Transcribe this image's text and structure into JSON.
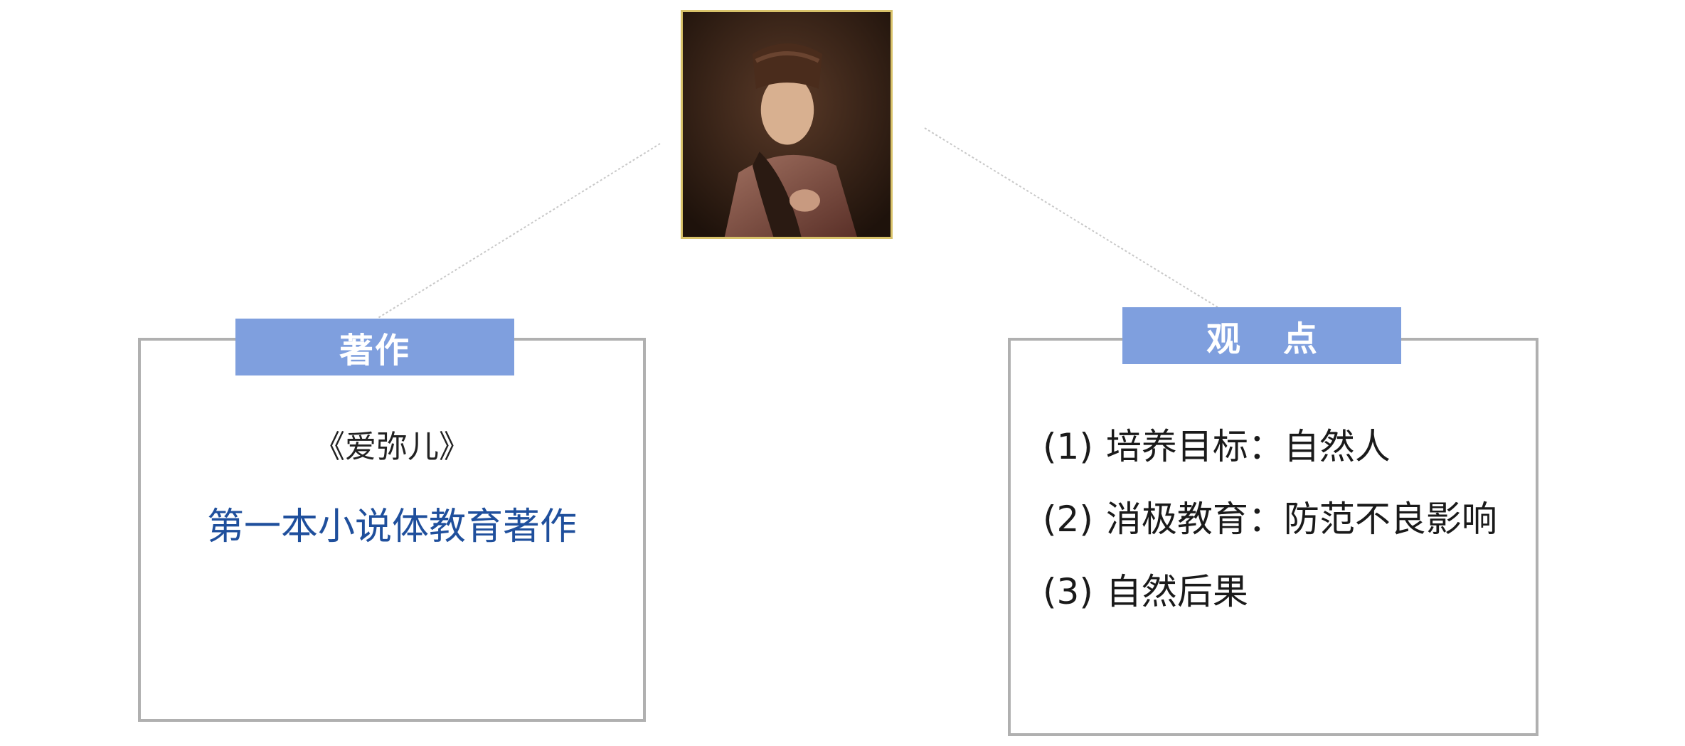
{
  "portrait": {
    "icon": "portrait-image"
  },
  "works": {
    "label": "著作",
    "title": "《爱弥儿》",
    "description": "第一本小说体教育著作"
  },
  "views": {
    "label": "观点",
    "items": [
      {
        "num": "(1)",
        "text": "培养目标：自然人"
      },
      {
        "num": "(2)",
        "text": "消极教育：防范不良影响"
      },
      {
        "num": "(3)",
        "text": "自然后果"
      }
    ]
  },
  "colors": {
    "tab_background": "#7f9fde",
    "highlight_text": "#1f4f9c",
    "box_border": "#b0b0b0",
    "portrait_border": "#d8c26a"
  }
}
